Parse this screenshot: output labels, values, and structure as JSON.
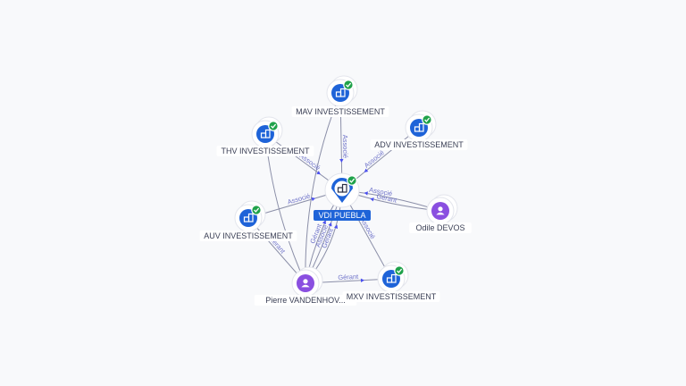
{
  "graph": {
    "center": {
      "name": "VDI PUEBLA",
      "type": "company",
      "verified": true
    },
    "nodes": [
      {
        "id": "mav",
        "name": "MAV INVESTISSEMENT",
        "type": "company",
        "verified": true
      },
      {
        "id": "thv",
        "name": "THV INVESTISSEMENT",
        "type": "company",
        "verified": true
      },
      {
        "id": "adv",
        "name": "ADV INVESTISSEMENT",
        "type": "company",
        "verified": true
      },
      {
        "id": "auv",
        "name": "AUV INVESTISSEMENT",
        "type": "company",
        "verified": true
      },
      {
        "id": "odile",
        "name": "Odile DEVOS",
        "type": "person",
        "verified": false
      },
      {
        "id": "pierre",
        "name": "Pierre VANDENHOV...",
        "type": "person",
        "verified": false
      },
      {
        "id": "mxv",
        "name": "MXV INVESTISSEMENT",
        "type": "company",
        "verified": true
      }
    ],
    "edges": [
      {
        "from": "mav",
        "to": "center",
        "label": "Associé"
      },
      {
        "from": "thv",
        "to": "center",
        "label": "Associé"
      },
      {
        "from": "adv",
        "to": "center",
        "label": "Associé"
      },
      {
        "from": "auv",
        "to": "center",
        "label": "Associé"
      },
      {
        "from": "odile",
        "to": "center",
        "label": "Gérant"
      },
      {
        "from": "odile",
        "to": "center",
        "label": "Associé"
      },
      {
        "from": "mxv",
        "to": "center",
        "label": "Associé"
      },
      {
        "from": "pierre",
        "to": "center",
        "label": "Gérant"
      },
      {
        "from": "pierre",
        "to": "center",
        "label": "Associé"
      },
      {
        "from": "pierre",
        "to": "center",
        "label": "Gérant"
      },
      {
        "from": "pierre",
        "to": "auv",
        "label": "Gérant"
      },
      {
        "from": "pierre",
        "to": "mxv",
        "label": "Gérant"
      },
      {
        "from": "pierre",
        "to": "thv",
        "label": ""
      },
      {
        "from": "pierre",
        "to": "mav",
        "label": ""
      }
    ]
  },
  "colors": {
    "company": "#1e63d8",
    "person": "#8a4fe0",
    "verified": "#1fa24a",
    "edge": "#8b8fa8",
    "edge_label": "#6f73c9"
  },
  "icons": {
    "company": "building-icon",
    "person": "user-icon",
    "verified": "check-badge-icon"
  }
}
